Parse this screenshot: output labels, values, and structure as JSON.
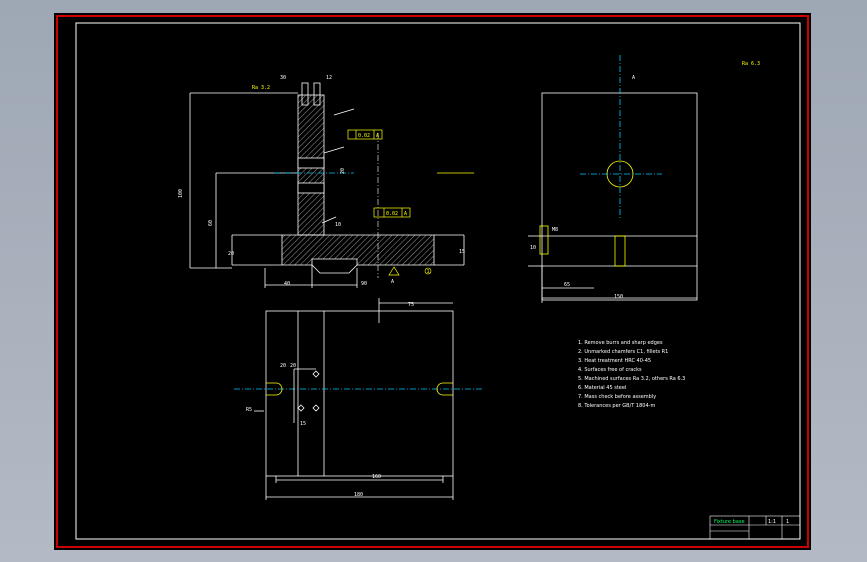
{
  "colors": {
    "background": "#000000",
    "border_red": "#cc0000",
    "line_white": "#ffffff",
    "annotation_yellow": "#ffff00",
    "centerline_cyan": "#00c8ff",
    "titleblock_green": "#00ff66"
  },
  "front_view": {
    "top_note": "Ra 3.2",
    "top_dims": [
      "30",
      "12"
    ],
    "height_dim": "100",
    "mid_dim": "60",
    "side_dim": "20",
    "web_dim": "10",
    "flatness_label": "0.02",
    "flatness_ref": "A",
    "parallel_label": "0.02",
    "parallel_ref": "A",
    "base_left_dim": "20",
    "base_right_dim": "15",
    "base_width_dim": "90",
    "bottom_left_dim": "40",
    "groove_label": "A",
    "circle_marker": "1"
  },
  "side_view": {
    "section_marker": "A",
    "hole_label": "M8",
    "left_dim": "10",
    "bottom_dim": "65",
    "width_dim": "150",
    "corner_note": "Ra 6.3"
  },
  "top_view": {
    "top_dim": "75",
    "hole_dims": [
      "20",
      "20",
      "15"
    ],
    "slot_label": "R5",
    "inner_width_dim": "160",
    "outer_width_dim": "180"
  },
  "notes": {
    "lines": [
      "1. Remove burrs and sharp edges",
      "2. Unmarked chamfers C1, fillets R1",
      "3. Heat treatment HRC 40-45",
      "4. Surfaces free of cracks",
      "5. Machined surfaces Ra 3.2, others Ra 6.3",
      "6. Material 45 steel",
      "7. Mass check before assembly",
      "8. Tolerances per GB/T 1804-m"
    ]
  },
  "title_block": {
    "name": "Fixture base",
    "scale": "1:1",
    "sheet": "1"
  }
}
